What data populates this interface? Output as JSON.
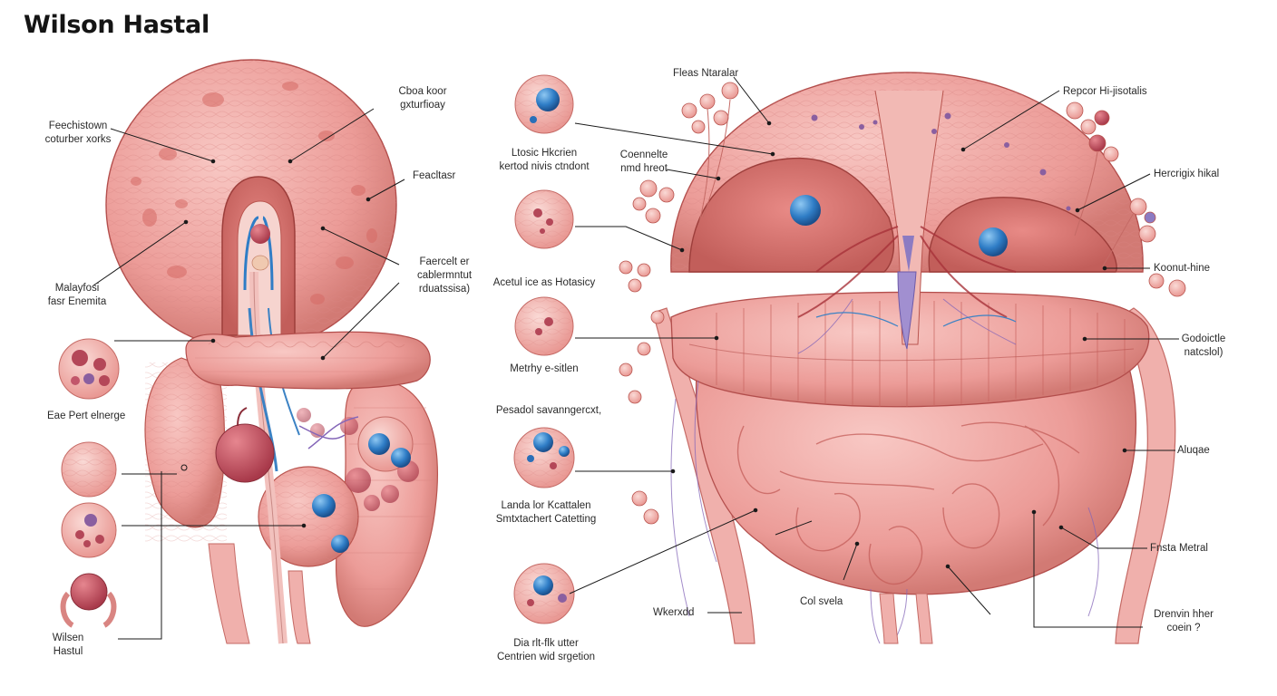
{
  "title": "Wilson Hastal",
  "colors": {
    "tissue": "#eea2a0",
    "tissue_dark": "#d9756f",
    "outline": "#b34e4c",
    "vessel_blue": "#3b82c4",
    "nucleus_blue": "#2a6fb8",
    "nerve_purple": "#8466b8",
    "background": "#ffffff"
  },
  "labels": {
    "l_feechistown": "Feechistown\ncoturber xorks",
    "l_cboa": "Cboa koor\ngxturfioay",
    "l_feacltasr": "Feacltasr",
    "l_faercelt": "Faercelt er\ncablermntut\nrduatssisa)",
    "l_malayfosi": "Malayfosi\nfasr Enemita",
    "l_eaepert": "Eae Pert elnerge",
    "l_wilsen": "Wilsen\nHastul",
    "l_ltosic": "Ltosic Hkcrien\nkertod nivis ctndont",
    "l_acetul": "Acetul ice as Hotasicy",
    "l_metrhy": "Metrhy e-sitlen",
    "l_pesadol": "Pesadol savanngercxt,",
    "l_landa": "Landa lor Kcattalen\nSmtxtachert Catetting",
    "l_diartflk": "Dia rlt-flk utter\nCentrien wid srgetion",
    "l_fleas": "Fleas Ntaralar",
    "l_coennelte": "Coennelte\nnmd hreot",
    "l_repcor": "Repcor Hi-jisotalis",
    "l_hercrigix": "Hercrigix hikal",
    "l_koonut": "Koonut-hine",
    "l_godoictle": "Godoictle\nnatcslol)",
    "l_aluqae": "Aluqae",
    "l_fnstametral": "Fnsta Metral",
    "l_drenvin": "Drenvin hher\ncoein ?",
    "l_colsvela": "Col svela",
    "l_wkerxdd": "Wkerxdd"
  }
}
